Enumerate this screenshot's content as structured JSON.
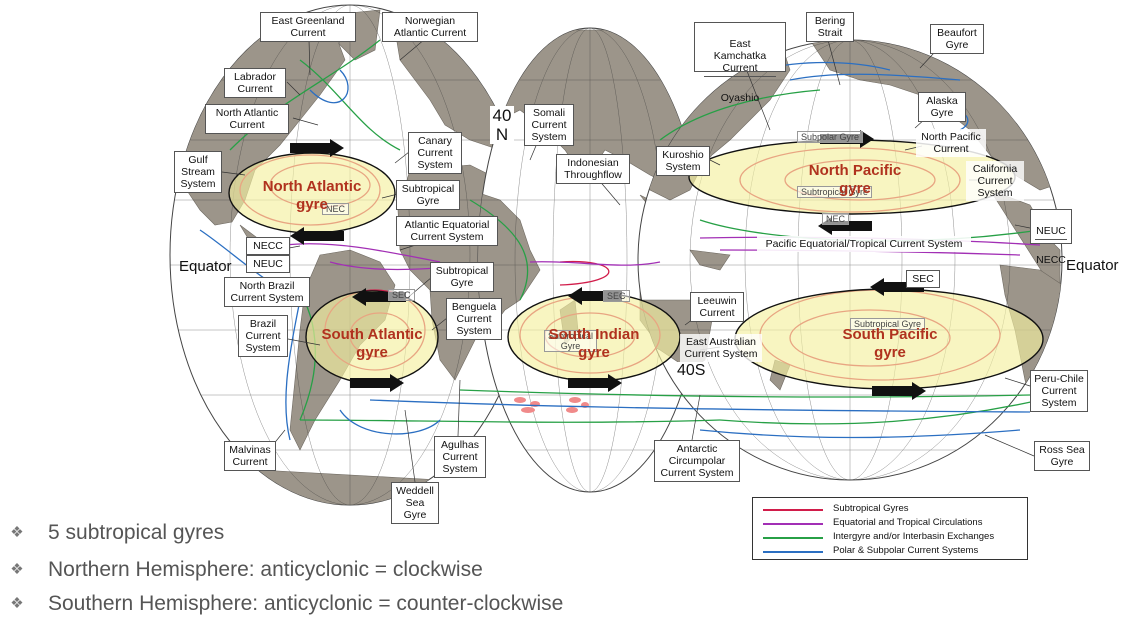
{
  "colors": {
    "subtropical": "#d11c4a",
    "equatorial": "#a22fb5",
    "intergyre": "#27a046",
    "polar": "#2b6fc2",
    "gyre_fill": "#f5f0a0",
    "land": "#9c958a",
    "ocean": "#ffffff",
    "gyre_text": "#b0321e"
  },
  "labels": {
    "east_greenland": "East Greenland\nCurrent",
    "norwegian": "Norwegian\nAtlantic Current",
    "labrador": "Labrador\nCurrent",
    "north_atlantic": "North Atlantic\nCurrent",
    "gulf_stream": "Gulf\nStream\nSystem",
    "canary": "Canary\nCurrent\nSystem",
    "subtropical_gyre_na": "Subtropical\nGyre",
    "atlantic_equatorial": "Atlantic Equatorial\nCurrent System",
    "necc_atl": "NECC",
    "neuc_atl": "NEUC",
    "north_brazil": "North Brazil\nCurrent System",
    "subtropical_gyre_sa": "Subtropical\nGyre",
    "benguela": "Benguela\nCurrent\nSystem",
    "brazil": "Brazil\nCurrent\nSystem",
    "malvinas": "Malvinas\nCurrent",
    "weddell": "Weddell\nSea\nGyre",
    "agulhas": "Agulhas\nCurrent\nSystem",
    "somali": "Somali\nCurrent\nSystem",
    "indonesian": "Indonesian\nThroughflow",
    "leeuwin": "Leeuwin\nCurrent",
    "east_australian": "East Australian\nCurrent System",
    "antarctic_circumpolar": "Antarctic\nCircumpolar\nCurrent System",
    "east_kamchatka": "East Kamchatka\nCurrent",
    "oyashio": "Oyashio",
    "bering": "Bering\nStrait",
    "beaufort": "Beaufort\nGyre",
    "alaska": "Alaska\nGyre",
    "north_pacific_current": "North Pacific\nCurrent",
    "kuroshio": "Kuroshio\nSystem",
    "california": "California\nCurrent\nSystem",
    "neuc_pac": "NEUC",
    "necc_pac": "NECC",
    "pacific_equatorial": "Pacific Equatorial/Tropical Current System",
    "sec_pac": "SEC",
    "peru_chile": "Peru-Chile\nCurrent\nSystem",
    "ross_sea": "Ross Sea\nGyre",
    "subpolar_gyre": "Subpolar Gyre",
    "nec_atl": "NEC",
    "nec_pac": "NEC",
    "sec_atl": "SEC",
    "sec_ind": "SEC",
    "subtropical_gyre_pac_n": "Subtropical Gyre",
    "subtropical_gyre_pac_s": "Subtropical Gyre",
    "subtropical_gyre_ind": "Subtropical\nGyre"
  },
  "lat_markers": {
    "forty_n": "40\nN",
    "forty_s": "40S",
    "equator_left": "Equator",
    "equator_right": "Equator"
  },
  "gyres": {
    "north_atlantic": "North Atlantic\ngyre",
    "south_atlantic": "South Atlantic\ngyre",
    "south_indian": "South Indian\ngyre",
    "north_pacific": "North Pacific\ngyre",
    "south_pacific": "South Pacific\ngyre"
  },
  "legend": [
    {
      "label": "Subtropical Gyres",
      "color": "#d11c4a"
    },
    {
      "label": "Equatorial and Tropical Circulations",
      "color": "#a22fb5"
    },
    {
      "label": "Intergyre and/or Interbasin Exchanges",
      "color": "#27a046"
    },
    {
      "label": "Polar & Subpolar Current Systems",
      "color": "#2b6fc2"
    }
  ],
  "bullets": {
    "glyph": "❖",
    "items": [
      "5 subtropical gyres",
      "Northern Hemisphere: anticyclonic = clockwise",
      "Southern Hemisphere: anticyclonic = counter-clockwise"
    ]
  }
}
